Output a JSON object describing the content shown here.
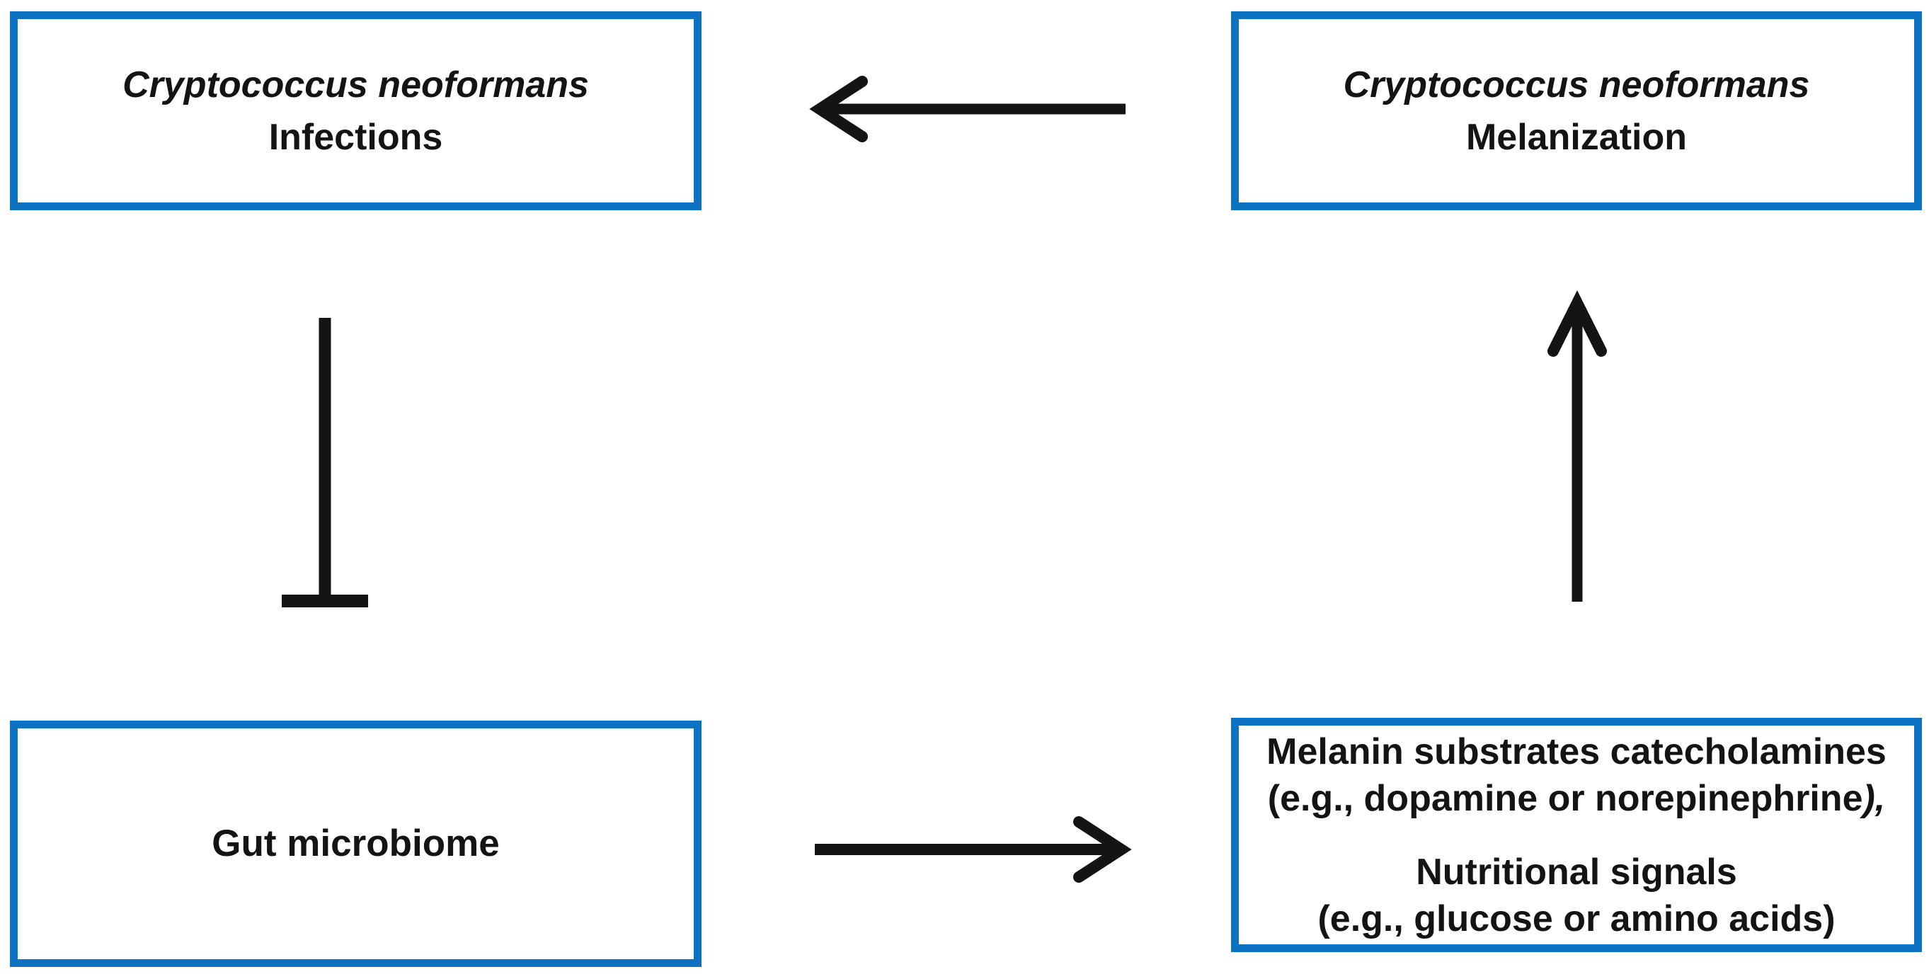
{
  "figure": {
    "type": "flow-diagram",
    "background_color": "#ffffff",
    "box_border_color": "#0d72c1",
    "connector_color": "#141414",
    "text_color": "#141414"
  },
  "nodes": {
    "infections": {
      "line1": "Cryptococcus neoformans",
      "line2": "Infections"
    },
    "melanization": {
      "line1": "Cryptococcus neoformans",
      "line2": "Melanization"
    },
    "gut_microbiome": {
      "label": "Gut microbiome"
    },
    "substrates": {
      "line1": "Melanin substrates catecholamines",
      "line2_main": "(e.g., dopamine or norepinephrine",
      "line2_tail": "),",
      "line3": "Nutritional signals",
      "line4": "(e.g., glucose or amino acids)"
    }
  },
  "edges": [
    {
      "from": "melanization",
      "to": "infections",
      "type": "arrow",
      "direction": "left"
    },
    {
      "from": "infections",
      "to": "gut_microbiome",
      "type": "inhibition",
      "direction": "down"
    },
    {
      "from": "gut_microbiome",
      "to": "substrates",
      "type": "arrow",
      "direction": "right"
    },
    {
      "from": "substrates",
      "to": "melanization",
      "type": "arrow",
      "direction": "up"
    }
  ]
}
